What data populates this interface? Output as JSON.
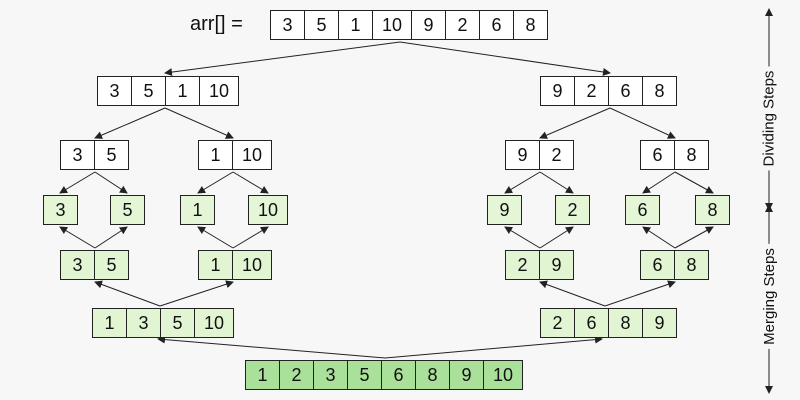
{
  "arr_label": "arr[] =",
  "colors": {
    "divide_fill": "#ffffff",
    "leaf_fill": "#e4f6d6",
    "merge_fill": "#e2f5d3",
    "final_fill": "#a9e09a",
    "stroke": "#222222"
  },
  "side_labels": {
    "dividing": "Dividing Steps",
    "merging": "Merging Steps"
  },
  "levels": {
    "input": [
      "3",
      "5",
      "1",
      "10",
      "9",
      "2",
      "6",
      "8"
    ],
    "divide_1": [
      [
        "3",
        "5",
        "1",
        "10"
      ],
      [
        "9",
        "2",
        "6",
        "8"
      ]
    ],
    "divide_2": [
      [
        "3",
        "5"
      ],
      [
        "1",
        "10"
      ],
      [
        "9",
        "2"
      ],
      [
        "6",
        "8"
      ]
    ],
    "leaves": [
      [
        "3"
      ],
      [
        "5"
      ],
      [
        "1"
      ],
      [
        "10"
      ],
      [
        "9"
      ],
      [
        "2"
      ],
      [
        "6"
      ],
      [
        "8"
      ]
    ],
    "merge_1": [
      [
        "3",
        "5"
      ],
      [
        "1",
        "10"
      ],
      [
        "2",
        "9"
      ],
      [
        "6",
        "8"
      ]
    ],
    "merge_2": [
      [
        "1",
        "3",
        "5",
        "10"
      ],
      [
        "2",
        "6",
        "8",
        "9"
      ]
    ],
    "sorted": [
      "1",
      "2",
      "3",
      "5",
      "6",
      "8",
      "9",
      "10"
    ]
  }
}
